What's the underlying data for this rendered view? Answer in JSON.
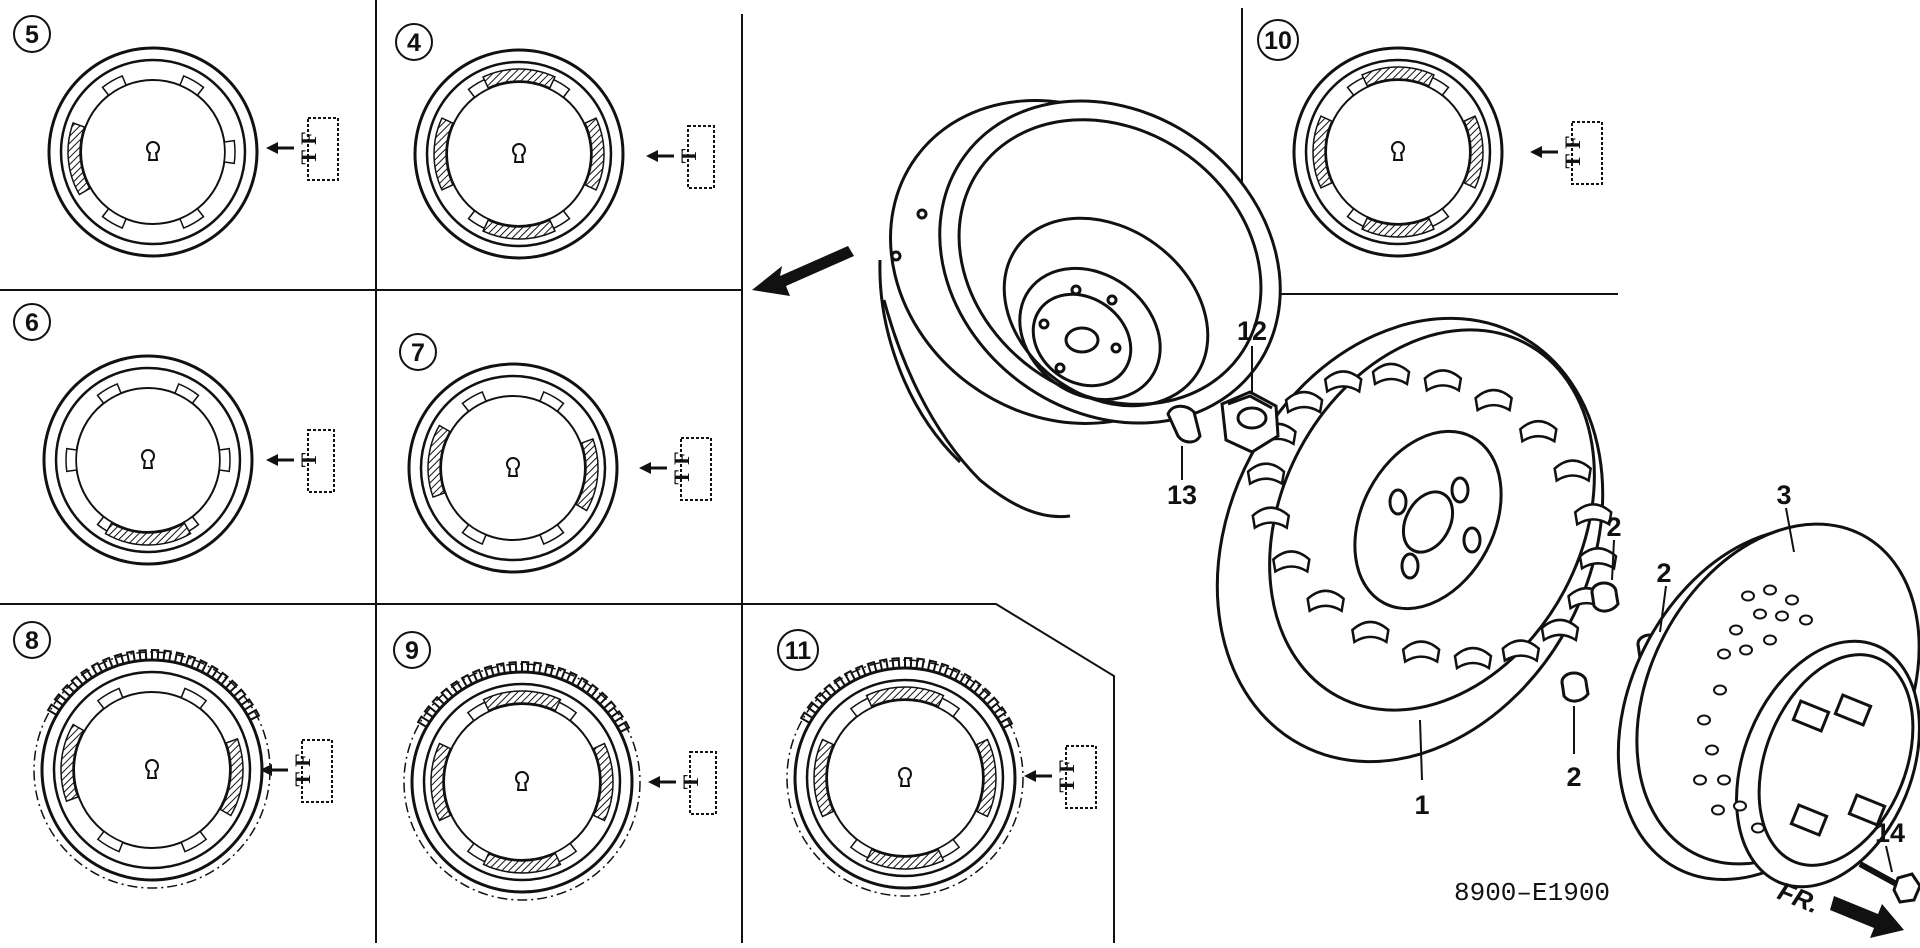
{
  "diagram_code": "8900–E1900",
  "front_label": "FR.",
  "marks": {
    "tf": "T F",
    "t": "T"
  },
  "insets": [
    {
      "id": "5",
      "marking": "TF",
      "teeth": false,
      "magnets": "bottom-left"
    },
    {
      "id": "4",
      "marking": "T",
      "teeth": false,
      "magnets": "four"
    },
    {
      "id": "10",
      "marking": "TF",
      "teeth": false,
      "magnets": "four"
    },
    {
      "id": "6",
      "marking": "T",
      "teeth": false,
      "magnets": "bottom"
    },
    {
      "id": "7",
      "marking": "TF",
      "teeth": false,
      "magnets": "two"
    },
    {
      "id": "8",
      "marking": "TF",
      "teeth": true,
      "magnets": "two"
    },
    {
      "id": "9",
      "marking": "T",
      "teeth": true,
      "magnets": "four"
    },
    {
      "id": "11",
      "marking": "TF",
      "teeth": true,
      "magnets": "four"
    }
  ],
  "callouts": {
    "c1": "1",
    "c2a": "2",
    "c2b": "2",
    "c2c": "2",
    "c3": "3",
    "c12": "12",
    "c13": "13",
    "c14": "14"
  }
}
